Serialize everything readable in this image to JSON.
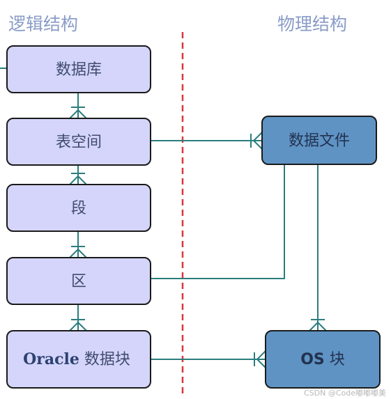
{
  "headings": {
    "logical": "逻辑结构",
    "physical": "物理结构"
  },
  "logical_boxes": {
    "database": "数据库",
    "tablespace": "表空间",
    "segment": "段",
    "extent": "区",
    "oracle_block_name": "Oracle",
    "oracle_block_suffix": " 数据块"
  },
  "physical_boxes": {
    "datafile": "数据文件",
    "os_block_name": "OS",
    "os_block_suffix": " 块"
  },
  "watermark": "CSDN @Code嘟嘟嘟美",
  "colors": {
    "logical_fill": "#d5d5fb",
    "physical_fill": "#5f93c4",
    "connector": "#2a7d7d",
    "divider": "#d9363e",
    "heading": "#8a9cc7"
  }
}
